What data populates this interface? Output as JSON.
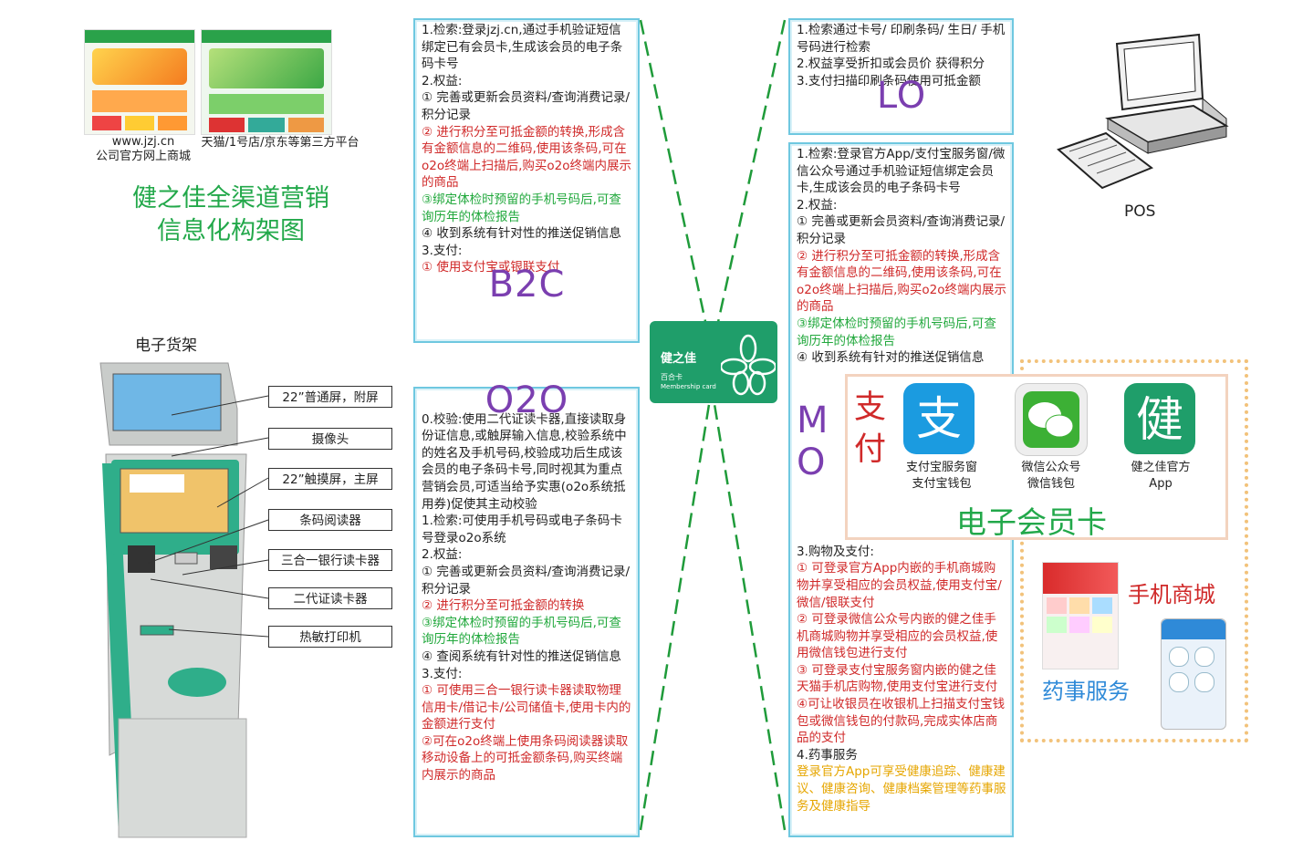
{
  "title": {
    "line1": "健之佳全渠道营销",
    "line2": "信息化构架图"
  },
  "top_left": {
    "site_caption_1": "www.jzj.cn",
    "site_caption_2": "公司官方网上商城",
    "platform_caption": "天猫/1号店/京东等第三方平台"
  },
  "kiosk": {
    "title": "电子货架",
    "callouts": [
      "22”普通屏，附屏",
      "摄像头",
      "22”触摸屏，主屏",
      "条码阅读器",
      "三合一银行读卡器",
      "二代证读卡器",
      "热敏打印机"
    ]
  },
  "b2c": {
    "lines": [
      {
        "text": "1.检索:登录jzj.cn,通过手机验证短信绑定已有会员卡,生成该会员的电子条码卡号",
        "color": "black"
      },
      {
        "text": "2.权益:",
        "color": "black"
      },
      {
        "text": "① 完善或更新会员资料/查询消费记录/积分记录",
        "color": "black"
      },
      {
        "text": "② 进行积分至可抵金额的转换,形成含有金额信息的二维码,使用该条码,可在o2o终端上扫描后,购买o2o终端内展示的商品",
        "color": "red"
      },
      {
        "text": "③绑定体检时预留的手机号码后,可查询历年的体检报告",
        "color": "green"
      },
      {
        "text": "④ 收到系统有针对性的推送促销信息",
        "color": "black"
      },
      {
        "text": "3.支付:",
        "color": "black"
      },
      {
        "text": "① 使用支付宝或银联支付",
        "color": "red"
      }
    ],
    "label": "B2C"
  },
  "o2o": {
    "label": "O2O",
    "lines": [
      {
        "text": "0.校验:使用二代证读卡器,直接读取身份证信息,或触屏输入信息,校验系统中的姓名及手机号码,校验成功后生成该会员的电子条码卡号,同时视其为重点营销会员,可适当给予实惠(o2o系统抵用券)促使其主动校验",
        "color": "black"
      },
      {
        "text": "1.检索:可使用手机号码或电子条码卡号登录o2o系统",
        "color": "black"
      },
      {
        "text": "2.权益:",
        "color": "black"
      },
      {
        "text": "① 完善或更新会员资料/查询消费记录/积分记录",
        "color": "black"
      },
      {
        "text": "② 进行积分至可抵金额的转换",
        "color": "red"
      },
      {
        "text": "③绑定体检时预留的手机号码后,可查询历年的体检报告",
        "color": "green"
      },
      {
        "text": "④ 查阅系统有针对性的推送促销信息",
        "color": "black"
      },
      {
        "text": "3.支付:",
        "color": "black"
      },
      {
        "text": "① 可使用三合一银行读卡器读取物理信用卡/借记卡/公司储值卡,使用卡内的金额进行支付",
        "color": "red"
      },
      {
        "text": "②可在o2o终端上使用条码阅读器读取移动设备上的可抵金额条码,购买终端内展示的商品",
        "color": "red"
      }
    ]
  },
  "lo": {
    "lines": [
      {
        "text": "1.检索通过卡号/ 印刷条码/ 生日/ 手机号码进行检索",
        "color": "black"
      },
      {
        "text": "2.权益享受折扣或会员价 获得积分",
        "color": "black"
      },
      {
        "text": "3.支付扫描印刷条码使用可抵金额",
        "color": "black"
      }
    ],
    "label": "LO"
  },
  "mo": {
    "top_lines": [
      {
        "text": "1.检索:登录官方App/支付宝服务窗/微信公众号通过手机验证短信绑定会员卡,生成该会员的电子条码卡号",
        "color": "black"
      },
      {
        "text": "2.权益:",
        "color": "black"
      },
      {
        "text": "① 完善或更新会员资料/查询消费记录/积分记录",
        "color": "black"
      },
      {
        "text": "② 进行积分至可抵金额的转换,形成含有金额信息的二维码,使用该条码,可在o2o终端上扫描后,购买o2o终端内展示的商品",
        "color": "red"
      },
      {
        "text": "③绑定体检时预留的手机号码后,可查询历年的体检报告",
        "color": "green"
      },
      {
        "text": "④ 收到系统有针对的推送促销信息",
        "color": "black"
      }
    ],
    "label_1": "M",
    "label_2": "O",
    "bottom_lines": [
      {
        "text": "3.购物及支付:",
        "color": "black"
      },
      {
        "text": "① 可登录官方App内嵌的手机商城购物并享受相应的会员权益,使用支付宝/微信/银联支付",
        "color": "red"
      },
      {
        "text": "② 可登录微信公众号内嵌的健之佳手机商城购物并享受相应的会员权益,使用微信钱包进行支付",
        "color": "red"
      },
      {
        "text": "③ 可登录支付宝服务窗内嵌的健之佳天猫手机店购物,使用支付宝进行支付",
        "color": "red"
      },
      {
        "text": "④可让收银员在收银机上扫描支付宝钱包或微信钱包的付款码,完成实体店商品的支付",
        "color": "red"
      },
      {
        "text": "4.药事服务",
        "color": "black"
      },
      {
        "text": "登录官方App可享受健康追踪、健康建议、健康咨询、健康档案管理等药事服务及健康指导",
        "color": "gold"
      }
    ]
  },
  "pos": {
    "label": "POS"
  },
  "card": {
    "logo": "健之佳",
    "name": "百合卡",
    "sub": "Membership card"
  },
  "member_panel": {
    "pay_label": "支付",
    "apps": [
      {
        "line1": "支付宝服务窗",
        "line2": "支付宝钱包",
        "icon": "alipay-icon"
      },
      {
        "line1": "微信公众号",
        "line2": "微信钱包",
        "icon": "wechat-icon"
      },
      {
        "line1": "健之佳官方",
        "line2": "App",
        "icon": "jianzhijia-app-icon"
      }
    ],
    "card_label": "电子会员卡",
    "mall_label": "手机商城",
    "pharmacy_label": "药事服务"
  },
  "colors": {
    "accent_green": "#22a84a",
    "box_border": "#6fc8e0",
    "red": "#d02a2a",
    "purple": "#7b3fb0",
    "gold": "#e6a600",
    "orange_border": "#f2c27a"
  }
}
